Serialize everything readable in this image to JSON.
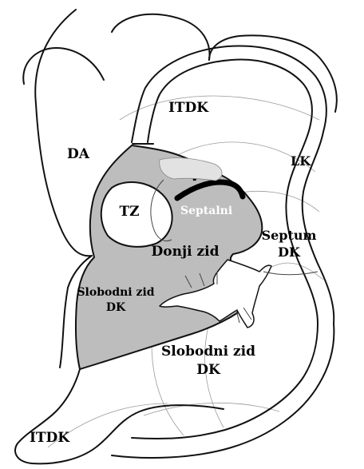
{
  "diagram": {
    "colors": {
      "outline": "#111111",
      "shaded_region": "#bdbdbd",
      "background": "#ffffff",
      "septal_band": "#000000"
    },
    "labels": {
      "itdk_top": "ITDK",
      "da": "DA",
      "lk": "LK",
      "tz": "TZ",
      "septalni": "Septalni",
      "septum_dk_line1": "Septum",
      "septum_dk_line2": "DK",
      "donji_zid": "Donji zid",
      "slobodni_zid_dk_left_line1": "Slobodni zid",
      "slobodni_zid_dk_left_line2": "DK",
      "slobodni_zid_dk_right_line1": "Slobodni zid",
      "slobodni_zid_dk_right_line2": "DK",
      "itdk_bottom": "ITDK"
    }
  }
}
